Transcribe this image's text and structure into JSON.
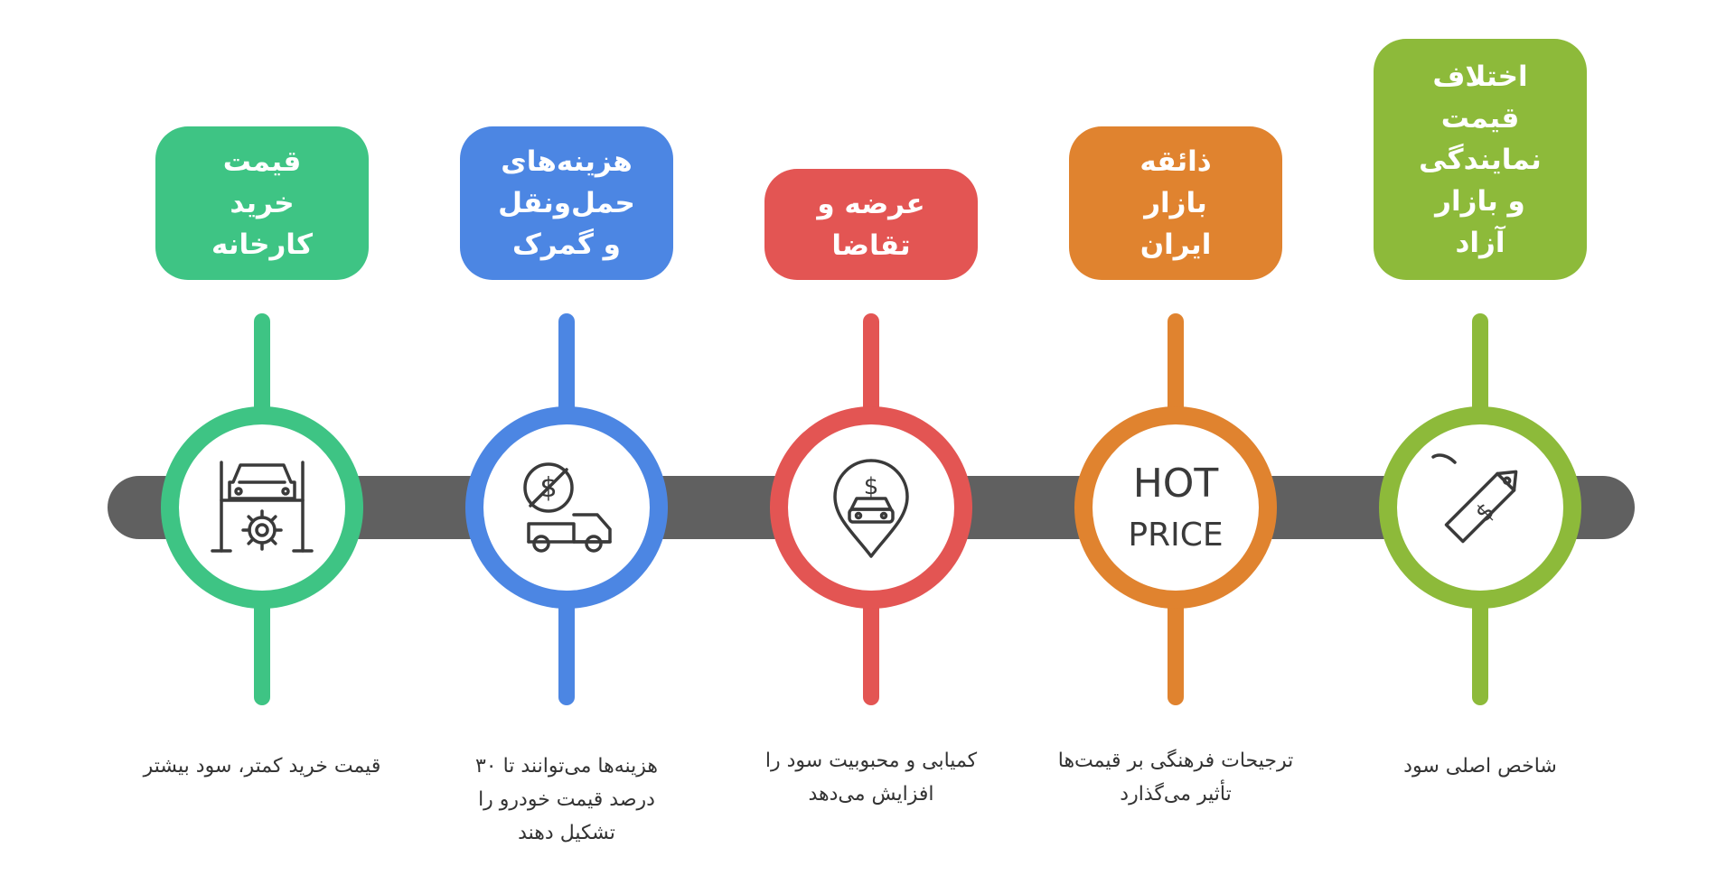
{
  "colors": {
    "track": "#606060",
    "green": "#3EC484",
    "blue": "#4C86E3",
    "red": "#E35553",
    "orange": "#E0832F",
    "lime": "#8DBA3A",
    "icon_stroke": "#3a3a3a",
    "text": "#333333"
  },
  "steps": [
    {
      "color": "#3EC484",
      "title": "قیمت\nخرید\nکارخانه",
      "description": "قیمت خرید کمتر، سود بیشتر",
      "icon": "car-lift-gear-icon"
    },
    {
      "color": "#4C86E3",
      "title": "هزینه‌های\nحمل‌ونقل\nو گمرک",
      "description": "هزینه‌ها می‌توانند تا ۳۰\nدرصد قیمت خودرو را\nتشکیل دهند",
      "icon": "dollar-truck-icon"
    },
    {
      "color": "#E35553",
      "title": "عرضه و\nتقاضا",
      "description": "کمیابی و محبوبیت سود را\nافزایش می‌دهد",
      "icon": "car-location-pin-icon"
    },
    {
      "color": "#E0832F",
      "title": "ذائقه\nبازار\nایران",
      "description": "ترجیحات فرهنگی بر قیمت‌ها\nتأثیر می‌گذارد",
      "icon": "hot-price-icon",
      "icon_text": [
        "HOT",
        "PRICE"
      ]
    },
    {
      "color": "#8DBA3A",
      "title": "اختلاف\nقیمت\nنمایندگی\nو بازار\nآزاد",
      "description": "شاخص اصلی سود",
      "icon": "price-tag-icon"
    }
  ]
}
